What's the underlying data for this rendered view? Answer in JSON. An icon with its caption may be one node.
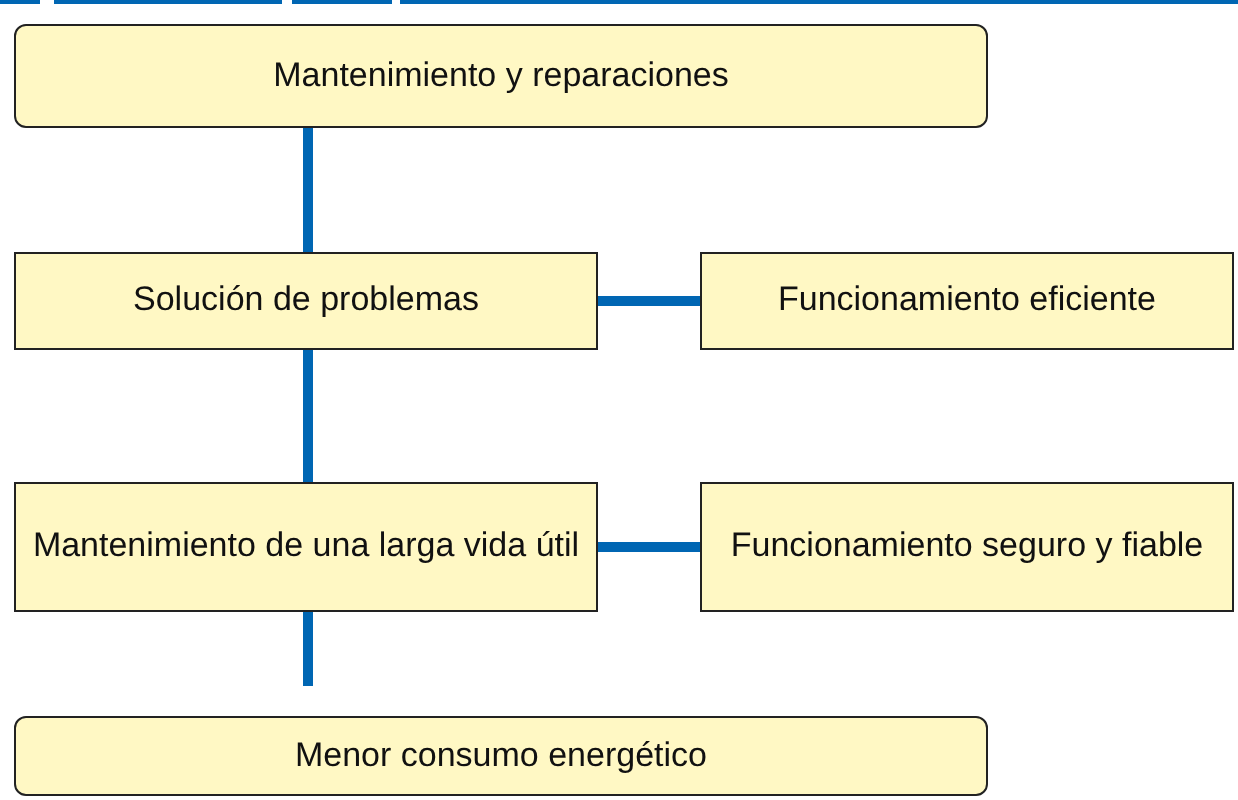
{
  "diagram": {
    "nodes": [
      {
        "text": [
          "Mantenimiento y reparaciones"
        ]
      },
      {
        "text": [
          "Solución de problemas"
        ]
      },
      {
        "text": [
          "Funcionamiento eficiente"
        ]
      },
      {
        "text": [
          "Mantenimiento de una larga vida útil"
        ]
      },
      {
        "text": [
          "Funcionamiento seguro y fiable"
        ]
      },
      {
        "text": [
          "Menor consumo energético"
        ]
      }
    ],
    "edges": [
      {
        "from": 0,
        "to": 1,
        "arrow": "none"
      },
      {
        "from": 1,
        "to": 2,
        "arrow": "none"
      },
      {
        "from": 1,
        "to": 3,
        "arrow": "none"
      },
      {
        "from": 3,
        "to": 4,
        "arrow": "none"
      },
      {
        "from": 3,
        "to": null,
        "arrow": "none"
      }
    ]
  }
}
